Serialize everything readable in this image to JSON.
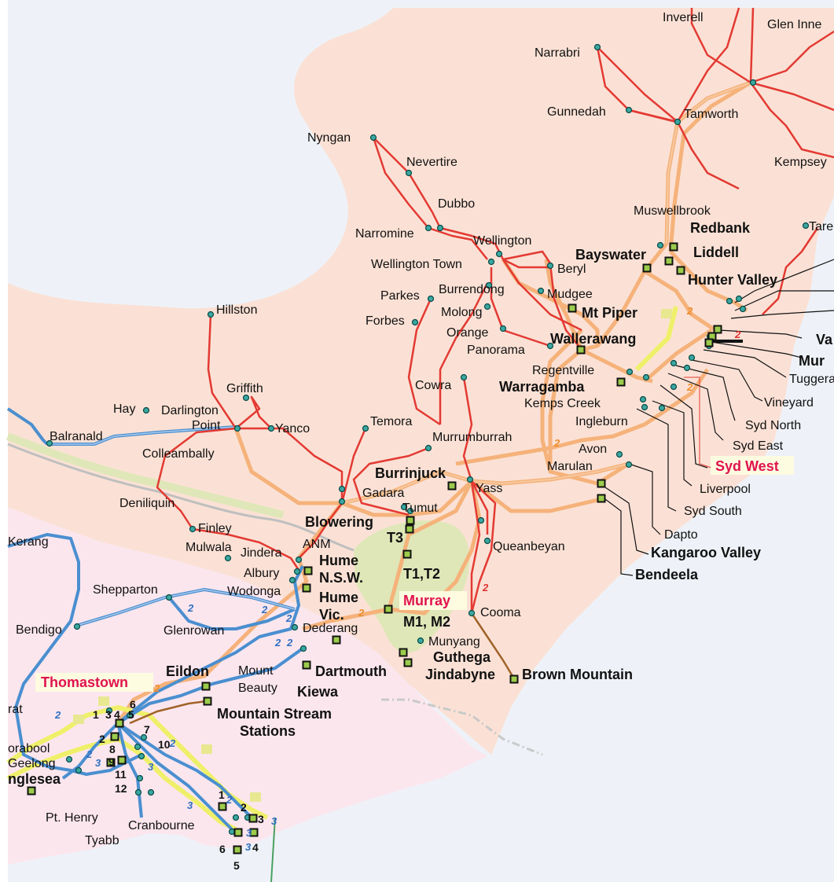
{
  "colors": {
    "sea": "#eef2f8",
    "nsw": "#fbe1d5",
    "vic": "#fbe6ee",
    "act": "#dfe7b8",
    "line_220kv": "#e33a33",
    "line_330kv": "#f5b27a",
    "line_500kv_vic": "#4a8fd0",
    "line_500kv_yellow": "#eff06a",
    "line_hvdc": "#a0632a",
    "node": "#3aa8a0",
    "station_fill": "#9ccc4c"
  },
  "towns": [
    {
      "name": "Inverell",
      "id": "inverell"
    },
    {
      "name": "Glen Inne",
      "id": "glen-innes"
    },
    {
      "name": "Narrabri",
      "id": "narrabri"
    },
    {
      "name": "Gunnedah",
      "id": "gunnedah"
    },
    {
      "name": "Tamworth",
      "id": "tamworth"
    },
    {
      "name": "Kempsey",
      "id": "kempsey"
    },
    {
      "name": "Nyngan",
      "id": "nyngan"
    },
    {
      "name": "Nevertire",
      "id": "nevertire"
    },
    {
      "name": "Dubbo",
      "id": "dubbo"
    },
    {
      "name": "Narromine",
      "id": "narromine"
    },
    {
      "name": "Wellington",
      "id": "wellington"
    },
    {
      "name": "Wellington Town",
      "id": "wellington-town"
    },
    {
      "name": "Beryl",
      "id": "beryl"
    },
    {
      "name": "Muswellbrook",
      "id": "muswellbrook"
    },
    {
      "name": "Tare",
      "id": "taree"
    },
    {
      "name": "Parkes",
      "id": "parkes"
    },
    {
      "name": "Burrendong",
      "id": "burrendong"
    },
    {
      "name": "Mudgee",
      "id": "mudgee"
    },
    {
      "name": "Forbes",
      "id": "forbes"
    },
    {
      "name": "Molong",
      "id": "molong"
    },
    {
      "name": "Orange",
      "id": "orange"
    },
    {
      "name": "Panorama",
      "id": "panorama"
    },
    {
      "name": "Hillston",
      "id": "hillston"
    },
    {
      "name": "Regentville",
      "id": "regentville"
    },
    {
      "name": "Tuggera",
      "id": "tuggerah"
    },
    {
      "name": "Vineyard",
      "id": "vineyard"
    },
    {
      "name": "Syd North",
      "id": "syd-north"
    },
    {
      "name": "Syd East",
      "id": "syd-east"
    },
    {
      "name": "Griffith",
      "id": "griffith"
    },
    {
      "name": "Cowra",
      "id": "cowra"
    },
    {
      "name": "Kemps Creek",
      "id": "kemps-creek"
    },
    {
      "name": "Ingleburn",
      "id": "ingleburn"
    },
    {
      "name": "Hay",
      "id": "hay"
    },
    {
      "name": "Darlington",
      "id": "darlington"
    },
    {
      "name": "Point",
      "id": "point"
    },
    {
      "name": "Yanco",
      "id": "yanco"
    },
    {
      "name": "Temora",
      "id": "temora"
    },
    {
      "name": "Balranald",
      "id": "balranald"
    },
    {
      "name": "Colleambally",
      "id": "colleambally"
    },
    {
      "name": "Murrumburrah",
      "id": "murrumburrah"
    },
    {
      "name": "Avon",
      "id": "avon"
    },
    {
      "name": "Marulan",
      "id": "marulan"
    },
    {
      "name": "Gadara",
      "id": "gadara"
    },
    {
      "name": "Yass",
      "id": "yass"
    },
    {
      "name": "Liverpool",
      "id": "liverpool"
    },
    {
      "name": "Deniliquin",
      "id": "deniliquin"
    },
    {
      "name": "Tumut",
      "id": "tumut"
    },
    {
      "name": "Syd South",
      "id": "syd-south"
    },
    {
      "name": "Finley",
      "id": "finley"
    },
    {
      "name": "Dapto",
      "id": "dapto"
    },
    {
      "name": "Kerang",
      "id": "kerang"
    },
    {
      "name": "Mulwala",
      "id": "mulwala"
    },
    {
      "name": "Jindera",
      "id": "jindera"
    },
    {
      "name": "ANM",
      "id": "anm"
    },
    {
      "name": "Queanbeyan",
      "id": "queanbeyan"
    },
    {
      "name": "Albury",
      "id": "albury"
    },
    {
      "name": "Shepparton",
      "id": "shepparton"
    },
    {
      "name": "Wodonga",
      "id": "wodonga"
    },
    {
      "name": "Cooma",
      "id": "cooma"
    },
    {
      "name": "Bendigo",
      "id": "bendigo"
    },
    {
      "name": "Glenrowan",
      "id": "glenrowan"
    },
    {
      "name": "Dederang",
      "id": "dederang"
    },
    {
      "name": "Munyang",
      "id": "munyang"
    },
    {
      "name": "Mount",
      "id": "mount"
    },
    {
      "name": "Beauty",
      "id": "beauty"
    },
    {
      "name": "rat",
      "id": "ballarat"
    },
    {
      "name": "orabool",
      "id": "moorabool"
    },
    {
      "name": "Geelong",
      "id": "geelong"
    },
    {
      "name": "Pt. Henry",
      "id": "pt-henry"
    },
    {
      "name": "Cranbourne",
      "id": "cranbourne"
    },
    {
      "name": "Tyabb",
      "id": "tyabb"
    }
  ],
  "stations": [
    {
      "name": "Redbank",
      "id": "redbank"
    },
    {
      "name": "Liddell",
      "id": "liddell"
    },
    {
      "name": "Bayswater",
      "id": "bayswater"
    },
    {
      "name": "Hunter Valley",
      "id": "hunter-valley"
    },
    {
      "name": "Mt Piper",
      "id": "mt-piper"
    },
    {
      "name": "Wallerawang",
      "id": "wallerawang"
    },
    {
      "name": "Va",
      "id": "vales-point"
    },
    {
      "name": "Mur",
      "id": "munmorah"
    },
    {
      "name": "Warragamba",
      "id": "warragamba"
    },
    {
      "name": "Burrinjuck",
      "id": "burrinjuck"
    },
    {
      "name": "Blowering",
      "id": "blowering"
    },
    {
      "name": "T3",
      "id": "t3"
    },
    {
      "name": "T1,T2",
      "id": "t1-t2"
    },
    {
      "name": "Hume",
      "id": "hume-nsw-1"
    },
    {
      "name": "N.S.W.",
      "id": "hume-nsw-2"
    },
    {
      "name": "Hume",
      "id": "hume-vic-1"
    },
    {
      "name": "Vic.",
      "id": "hume-vic-2"
    },
    {
      "name": "M1, M2",
      "id": "m1-m2"
    },
    {
      "name": "Guthega",
      "id": "guthega"
    },
    {
      "name": "Jindabyne",
      "id": "jindabyne"
    },
    {
      "name": "Brown Mountain",
      "id": "brown-mountain"
    },
    {
      "name": "Kangaroo Valley",
      "id": "kangaroo-valley"
    },
    {
      "name": "Bendeela",
      "id": "bendeela"
    },
    {
      "name": "Eildon",
      "id": "eildon"
    },
    {
      "name": "Dartmouth",
      "id": "dartmouth"
    },
    {
      "name": "Kiewa",
      "id": "kiewa"
    },
    {
      "name": "Mountain Stream",
      "id": "mountain-stream-1"
    },
    {
      "name": "Stations",
      "id": "mountain-stream-2"
    },
    {
      "name": "nglesea",
      "id": "anglesea"
    }
  ],
  "highlighted": [
    {
      "name": "Syd West",
      "id": "syd-west"
    },
    {
      "name": "Murray",
      "id": "murray"
    },
    {
      "name": "Thomastown",
      "id": "thomastown"
    }
  ],
  "melbourne_numbers": [
    "1",
    "3",
    "4",
    "5",
    "6",
    "7",
    "2",
    "8",
    "9",
    "10",
    "11",
    "12"
  ],
  "westernport_numbers": [
    "1",
    "2",
    "3",
    "4",
    "5",
    "6"
  ],
  "flow_labels": {
    "two": "2",
    "three": "3"
  }
}
